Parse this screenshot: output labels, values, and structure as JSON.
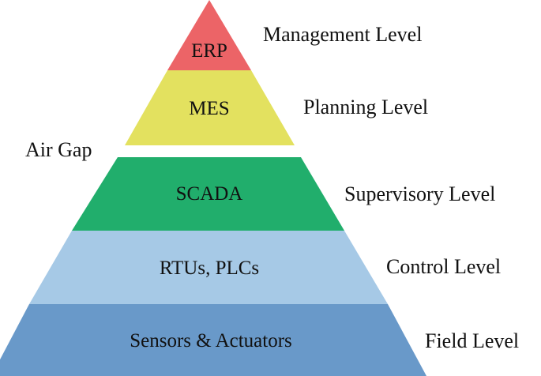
{
  "diagram": {
    "tiers": [
      {
        "label": "ERP",
        "level": "Management Level",
        "color": "#EC6467"
      },
      {
        "label": "MES",
        "level": "Planning Level",
        "color": "#E3E15F"
      },
      {
        "label": "SCADA",
        "level": "Supervisory Level",
        "color": "#21AE6C"
      },
      {
        "label": "RTUs, PLCs",
        "level": "Control Level",
        "color": "#A6C9E6"
      },
      {
        "label": "Sensors & Actuators",
        "level": "Field Level",
        "color": "#6999C9"
      }
    ],
    "gap_label": "Air Gap"
  }
}
